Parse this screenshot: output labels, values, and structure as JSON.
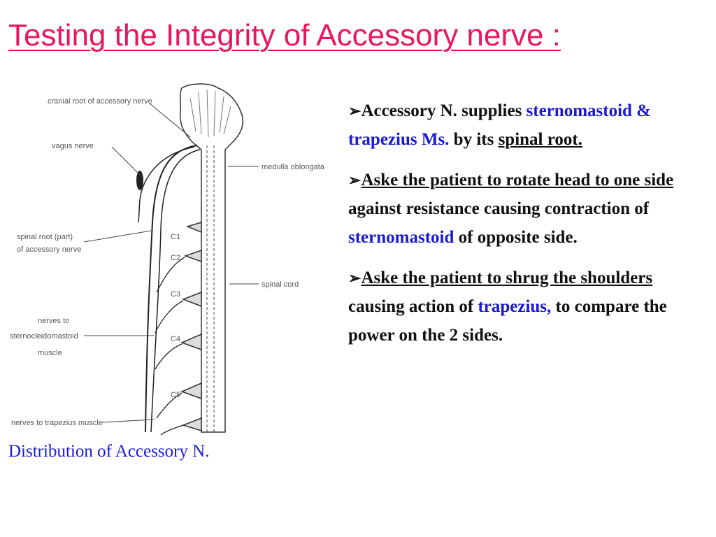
{
  "slide": {
    "title": "Testing the Integrity of Accessory nerve :",
    "caption": "Distribution of Accessory N."
  },
  "figure": {
    "labels": {
      "cranial_root": "cranial root of accessory nerve",
      "vagus": "vagus nerve",
      "medulla": "medulla oblongata",
      "spinal_root_1": "spinal root (part)",
      "spinal_root_2": "of accessory nerve",
      "spinal_cord": "spinal cord",
      "nerves_scm_1": "nerves to",
      "nerves_scm_2": "sternocleidomastoid",
      "nerves_scm_3": "muscle",
      "nerves_trap": "nerves to trapezius muscle",
      "c1": "C1",
      "c2": "C2",
      "c3": "C3",
      "c4": "C4",
      "c5": "C5"
    }
  },
  "bullets": {
    "arrow": "➢",
    "b1": {
      "part1": "Accessory N. supplies ",
      "part2_blue": "sternomastoid & trapezius Ms.",
      "part3": " by its ",
      "part4_underline": "spinal root."
    },
    "b2": {
      "part1_underline": "Aske the patient to rotate head to one side",
      "part2": " against resistance causing contraction of  ",
      "part3_blue": "sternomastoid",
      "part4": " of opposite side."
    },
    "b3": {
      "part1_underline": "Aske the patient to shrug the shoulders",
      "part2": " causing action of ",
      "part3_blue": "trapezius,",
      "part4": " to compare the power on the 2 sides."
    }
  },
  "colors": {
    "title": "#e8175d",
    "highlight": "#1a1ad6"
  }
}
